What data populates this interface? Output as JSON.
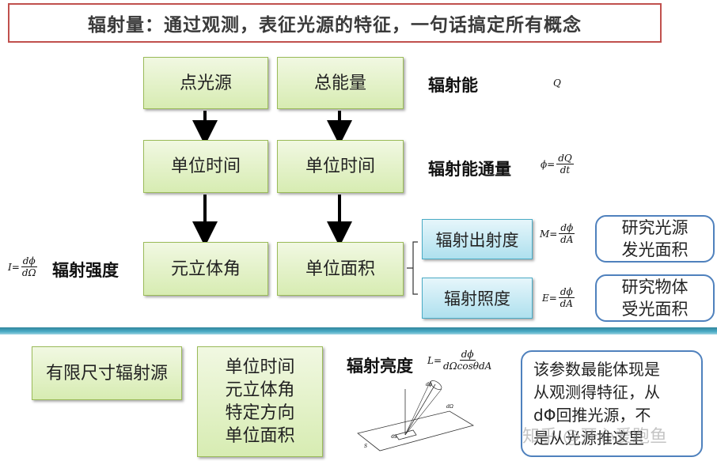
{
  "title": "辐射量：通过观测，表征光源的特征，一句话搞定所有概念",
  "left_column": {
    "source": "点光源",
    "unit_time": "单位时间",
    "solid_angle": "元立体角"
  },
  "middle_column": {
    "energy": "总能量",
    "unit_time": "单位时间",
    "unit_area": "单位面积"
  },
  "labels": {
    "radiant_energy": "辐射能",
    "radiant_flux": "辐射能通量",
    "radiant_intensity": "辐射强度",
    "radiance": "辐射亮度"
  },
  "formulas": {
    "Q": "Q",
    "flux_lhs": "ϕ=",
    "flux_num": "dQ",
    "flux_den": "dt",
    "intensity_lhs": "I=",
    "intensity_num": "dϕ",
    "intensity_den": "dΩ",
    "exitance_lhs": "M=",
    "exitance_num": "dϕ",
    "exitance_den": "dA",
    "irradiance_lhs": "E=",
    "irradiance_num": "dϕ",
    "irradiance_den": "dA",
    "radiance_lhs": "L=",
    "radiance_num": "dϕ",
    "radiance_den": "dΩcosθdA"
  },
  "branch": {
    "exitance": "辐射出射度",
    "irradiance": "辐射照度"
  },
  "notes": {
    "exitance_note": "研究光源\n发光面积",
    "irradiance_note": "研究物体\n受光面积"
  },
  "bottom": {
    "finite_source": "有限尺寸辐射源",
    "conditions": "单位时间\n元立体角\n特定方向\n单位面积",
    "summary": "该参数最能体现是\n从观测得特征，从\ndΦ回推光源，不\n是从光源推这里"
  },
  "figure": {
    "label_dphi": "dϕ",
    "label_domega": "dΩ",
    "label_ds": "dS",
    "label_s": "S"
  },
  "watermark": "知乎 @开心爱跑鱼",
  "colors": {
    "title_border": "#c0504d",
    "green_fill": "#d7ecb2",
    "blue_fill": "#aee0ee",
    "note_border": "#4f81bd",
    "divider": "#4bacc6"
  }
}
